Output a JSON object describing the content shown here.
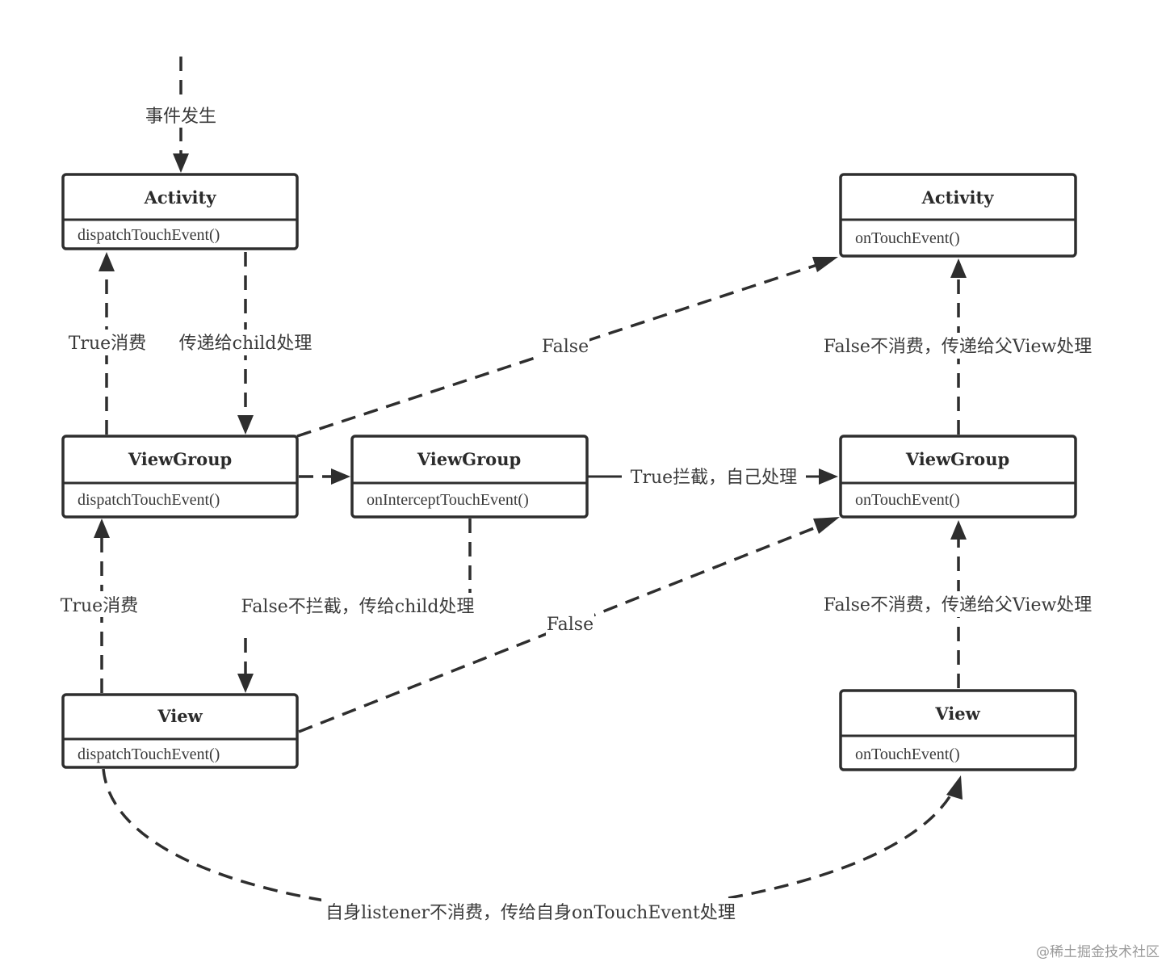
{
  "boxes": {
    "activity_dispatch": {
      "title": "Activity",
      "method": "dispatchTouchEvent()"
    },
    "viewgroup_dispatch": {
      "title": "ViewGroup",
      "method": "dispatchTouchEvent()"
    },
    "viewgroup_intercept": {
      "title": "ViewGroup",
      "method": "onInterceptTouchEvent()"
    },
    "view_dispatch": {
      "title": "View",
      "method": "dispatchTouchEvent()"
    },
    "activity_ontouch": {
      "title": "Activity",
      "method": "onTouchEvent()"
    },
    "viewgroup_ontouch": {
      "title": "ViewGroup",
      "method": "onTouchEvent()"
    },
    "view_ontouch": {
      "title": "View",
      "method": "onTouchEvent()"
    }
  },
  "labels": {
    "event_occurs": "事件发生",
    "true_consume_1": "True消费",
    "pass_to_child": "传递给child处理",
    "false_to_activity": "False",
    "not_consume_to_parent_1": "False不消费，传递给父View处理",
    "true_intercept": "True拦截，自己处理",
    "true_consume_2": "True消费",
    "false_not_intercept": "False不拦截，传给child处理",
    "false_to_viewgroup": "False",
    "not_consume_to_parent_2": "False不消费，传递给父View处理",
    "listener_not_consume": "自身listener不消费，传给自身onTouchEvent处理"
  },
  "watermark": "@稀土掘金技术社区"
}
